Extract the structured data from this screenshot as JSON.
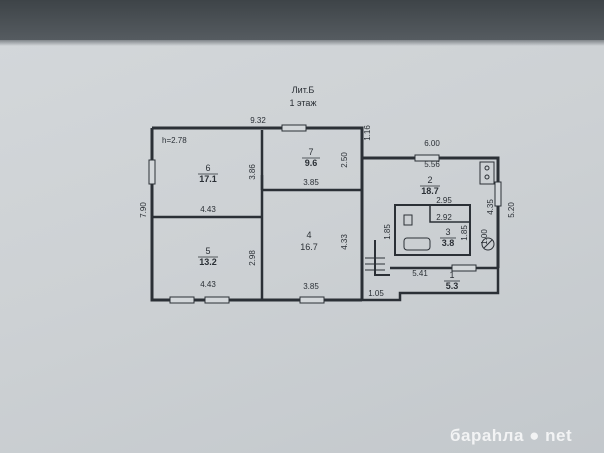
{
  "header": {
    "lit": "Лит.Б",
    "floor": "1 этаж"
  },
  "rooms": [
    {
      "num": "6",
      "area": "17.1"
    },
    {
      "num": "7",
      "area": "9.6"
    },
    {
      "num": "5",
      "area": "13.2"
    },
    {
      "num": "4",
      "area": "16.7"
    },
    {
      "num": "2",
      "area": "18.7"
    },
    {
      "num": "3",
      "area": "3.8"
    },
    {
      "num": "1",
      "area": "5.3"
    }
  ],
  "dims": {
    "top_width": "9.32",
    "height_label": "h=2.78",
    "left_height": "7.90",
    "r6_width": "4.43",
    "r6_height": "3.86",
    "r7_height": "2.50",
    "r7_width": "3.85",
    "r5_width": "4.43",
    "r5_height": "2.98",
    "r4_width": "3.85",
    "r4_height": "4.33",
    "small_gap": "1.16",
    "r2_outer": "6.00",
    "r2_inner": "5.56",
    "r3_outer": "2.95",
    "r3_inner": "2.92",
    "right_inner": "4.35",
    "right_outer": "5.20",
    "r3_height": "1.85",
    "corr_height": "1.85",
    "small_right": "1.00",
    "r1_width": "5.41",
    "r1_small": "1.05"
  },
  "watermark": {
    "text": "бараhла ● net"
  }
}
